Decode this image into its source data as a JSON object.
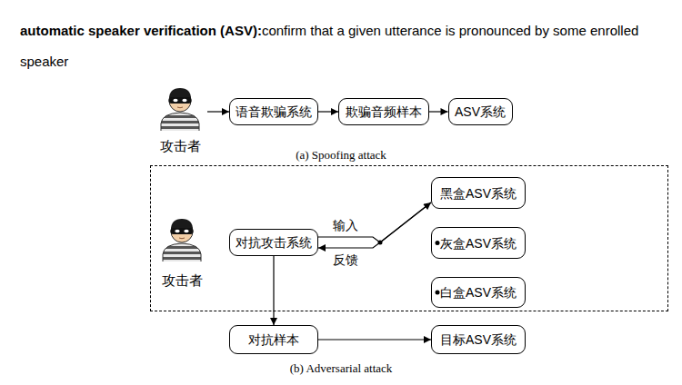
{
  "diagram": {
    "title": "automatic speaker verification (ASV):",
    "nodes": [
      {
        "text": [
          "攻击者"
        ]
      },
      {
        "text": [
          "语音欺骗系统"
        ]
      },
      {
        "text": [
          "欺骗音频样本"
        ]
      },
      {
        "text": [
          "ASV系统"
        ]
      },
      {
        "text": []
      },
      {
        "text": [
          "攻击者"
        ],
        "in": 4
      },
      {
        "text": [
          "对抗攻击系统"
        ],
        "in": 4
      },
      {
        "text": [
          "黑盒ASV系统"
        ],
        "in": 4
      },
      {
        "text": [
          "灰盒ASV系统"
        ],
        "in": 4
      },
      {
        "text": [
          "白盒ASV系统"
        ],
        "in": 4
      },
      {
        "text": [
          "对抗样本"
        ]
      },
      {
        "text": [
          "目标ASV系统"
        ]
      }
    ],
    "edges": [
      {
        "from": 0,
        "to": 1,
        "arrow": "to"
      },
      {
        "from": 1,
        "to": 2,
        "arrow": "to"
      },
      {
        "from": 2,
        "to": 3,
        "arrow": "to"
      },
      {
        "from": 6,
        "to": 7,
        "label": "输入",
        "arrow": "to"
      },
      {
        "from": 7,
        "to": 6,
        "label": "反馈",
        "arrow": "to"
      },
      {
        "from": 6,
        "to": 10,
        "arrow": "to"
      },
      {
        "from": 10,
        "to": 11,
        "arrow": "to"
      }
    ],
    "labels": [
      "confirm that a given utterance is pronounced by some enrolled speaker",
      "(a) Spoofing attack",
      "(b) Adversarial attack"
    ]
  }
}
